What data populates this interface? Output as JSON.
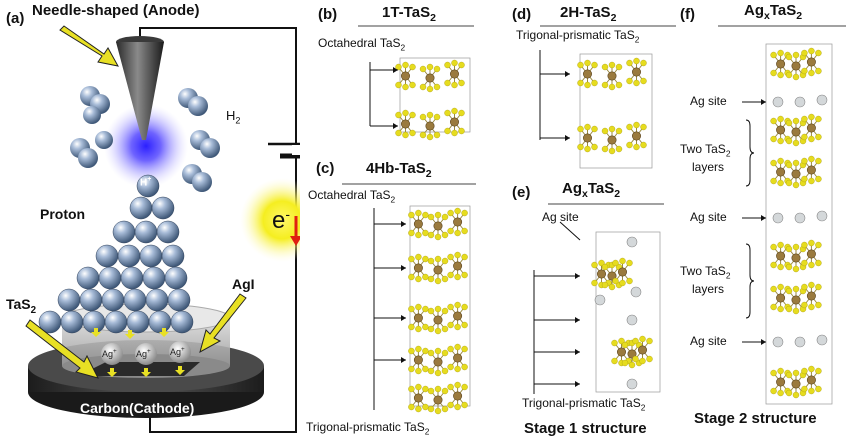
{
  "panel_a": {
    "label": "(a)",
    "needle_text": "Needle-shaped (Anode)",
    "h2": "H",
    "h2_sub": "2",
    "proton": "Proton",
    "proton_symbol": "H",
    "proton_charge": "+",
    "electron": "e",
    "electron_charge": "-",
    "tas2": "TaS",
    "tas2_sub": "2",
    "agi": "AgI",
    "ag_ion": "Ag",
    "ag_ion_charge": "+",
    "cathode": "Carbon(Cathode)"
  },
  "panel_b": {
    "label": "(b)",
    "title": "1T-TaS",
    "title_sub": "2",
    "note": "Octahedral TaS",
    "note_sub": "2"
  },
  "panel_c": {
    "label": "(c)",
    "title": "4Hb-TaS",
    "title_sub": "2",
    "note_top": "Octahedral TaS",
    "note_top_sub": "2",
    "note_bottom": "Trigonal-prismatic TaS",
    "note_bottom_sub": "2"
  },
  "panel_d": {
    "label": "(d)",
    "title": "2H-TaS",
    "title_sub": "2",
    "note": "Trigonal-prismatic TaS",
    "note_sub": "2"
  },
  "panel_e": {
    "label": "(e)",
    "title_pre": "Ag",
    "title_x": "x",
    "title_post": "TaS",
    "title_sub": "2",
    "ag_site": "Ag site",
    "note": "Trigonal-prismatic TaS",
    "note_sub": "2",
    "stage": "Stage 1 structure"
  },
  "panel_f": {
    "label": "(f)",
    "title_pre": "Ag",
    "title_x": "x",
    "title_post": "TaS",
    "title_sub": "2",
    "ag_site_1": "Ag site",
    "two_layers_1a": "Two TaS",
    "two_layers_1b": "layers",
    "ag_site_2": "Ag site",
    "two_layers_2a": "Two TaS",
    "two_layers_2b": "layers",
    "ag_site_3": "Ag site",
    "layers_sub": "2",
    "stage": "Stage 2 structure"
  },
  "colors": {
    "ta": "#9a7a3e",
    "s": "#e6dc1e",
    "ag": "#d4d8da",
    "proton": "#7a93b5",
    "arrow_yellow": "#e8e024",
    "electron_arrow": "#e02010",
    "glow_yellow": "#f5ee20",
    "glow_blue": "#3a2cff"
  }
}
